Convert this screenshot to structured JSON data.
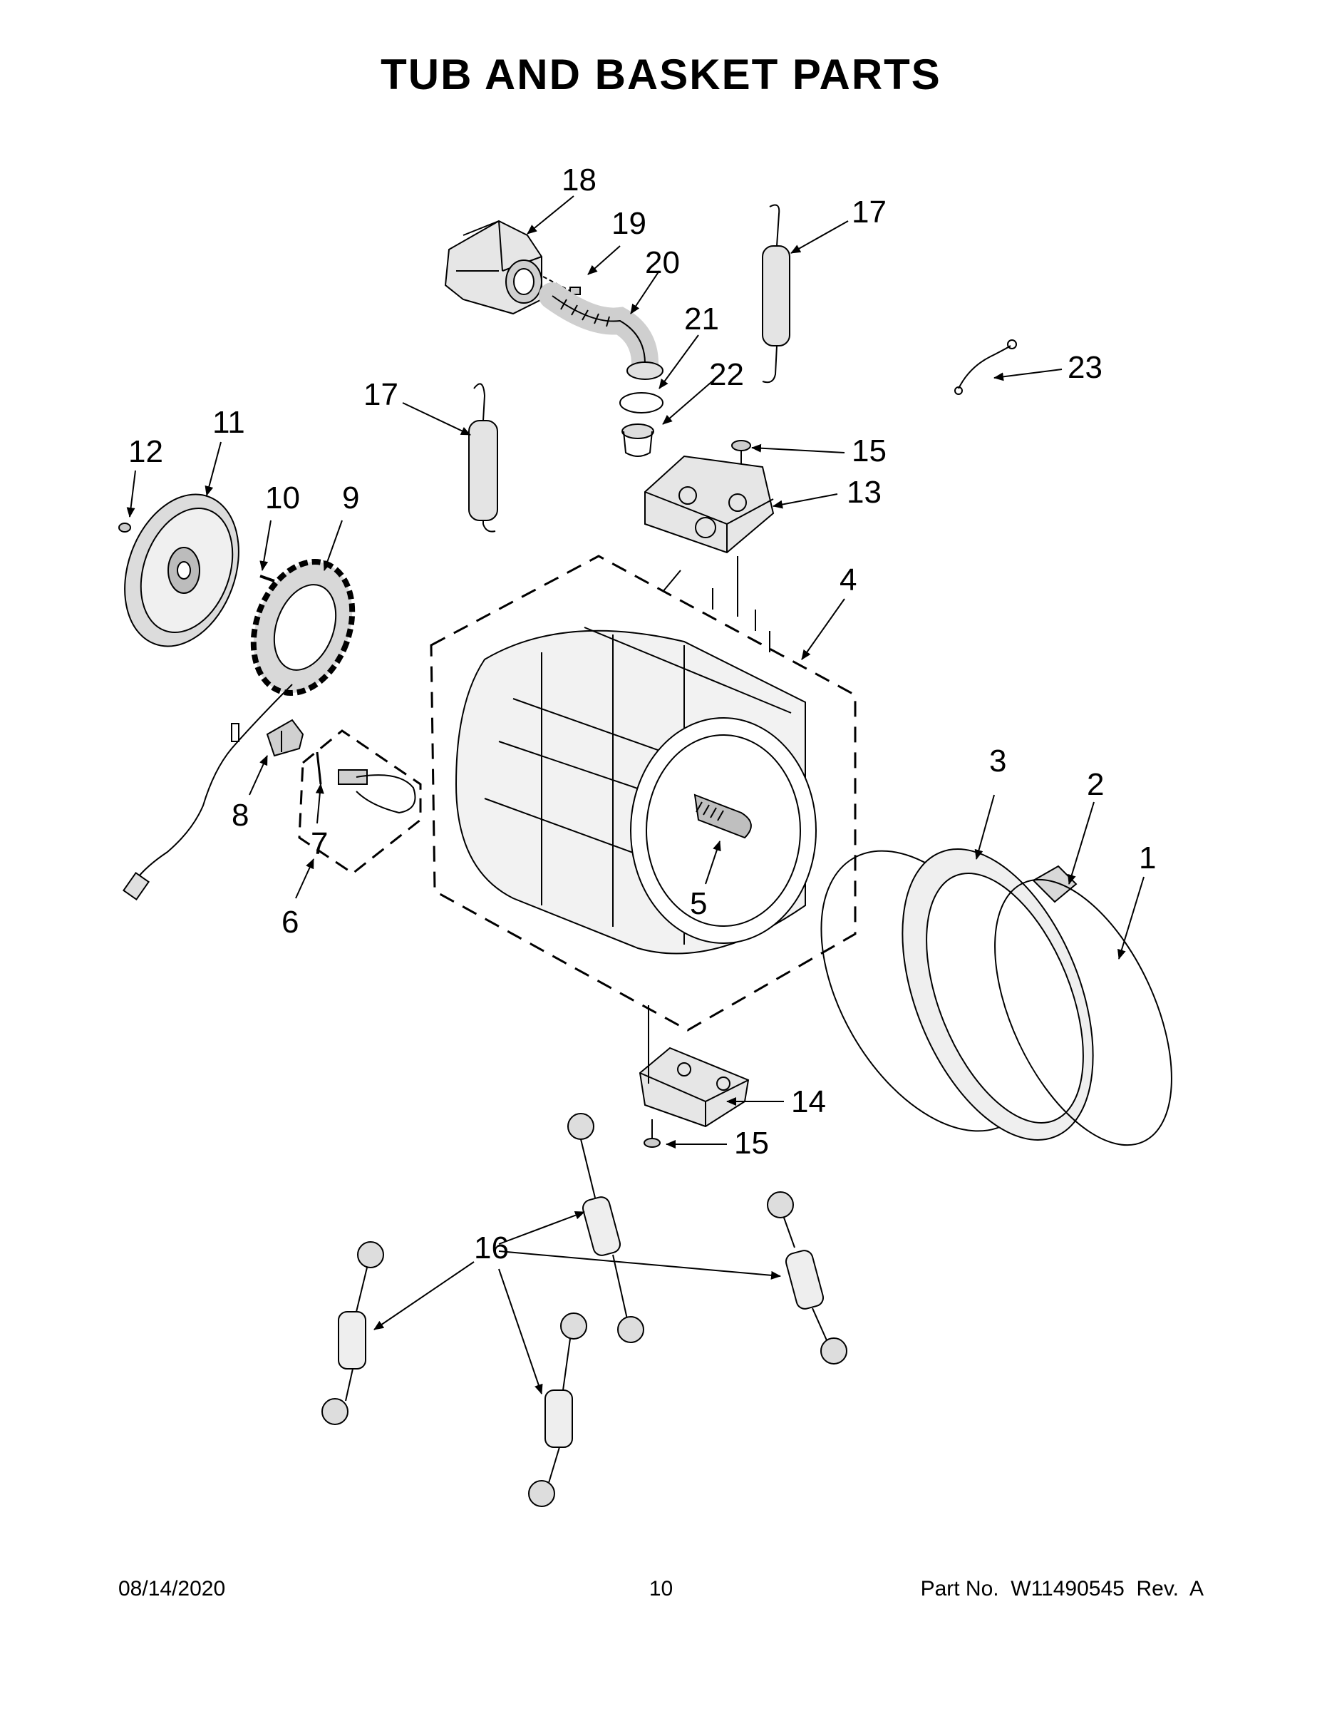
{
  "title": "TUB AND BASKET PARTS",
  "callouts": {
    "c1": "1",
    "c2": "2",
    "c3": "3",
    "c4": "4",
    "c5": "5",
    "c6": "6",
    "c7": "7",
    "c8": "8",
    "c9": "9",
    "c10": "10",
    "c11": "11",
    "c12": "12",
    "c13": "13",
    "c14": "14",
    "c15a": "15",
    "c15b": "15",
    "c16": "16",
    "c17a": "17",
    "c17b": "17",
    "c18": "18",
    "c19": "19",
    "c20": "20",
    "c21": "21",
    "c22": "22",
    "c23": "23"
  },
  "footer": {
    "date": "08/14/2020",
    "page": "10",
    "part": "Part No.  W11490545  Rev.  A"
  }
}
